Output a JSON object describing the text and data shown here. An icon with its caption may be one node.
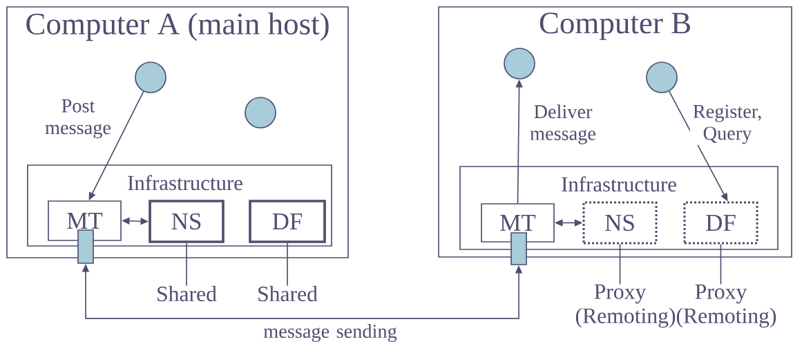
{
  "diagram": {
    "nodes": [
      {
        "text": [
          "Computer A (main host)"
        ]
      },
      {
        "text": [],
        "shape": "circle",
        "in": 0
      },
      {
        "text": [],
        "shape": "circle",
        "in": 0
      },
      {
        "text": [
          "Infrastructure"
        ],
        "in": 0
      },
      {
        "text": [
          "MT"
        ],
        "in": 3
      },
      {
        "text": [
          "NS"
        ],
        "in": 3
      },
      {
        "text": [
          "DF"
        ],
        "in": 3
      },
      {
        "text": [],
        "shape": "bar"
      },
      {
        "text": [
          "Shared"
        ]
      },
      {
        "text": [
          "Shared"
        ]
      },
      {
        "text": [
          "Computer B"
        ]
      },
      {
        "text": [],
        "shape": "circle",
        "in": 10
      },
      {
        "text": [],
        "shape": "circle",
        "in": 10
      },
      {
        "text": [
          "Infrastructure"
        ],
        "in": 10
      },
      {
        "text": [
          "MT"
        ],
        "in": 13
      },
      {
        "text": [
          "NS"
        ],
        "in": 13
      },
      {
        "text": [
          "DF"
        ],
        "in": 13
      },
      {
        "text": [],
        "shape": "bar"
      },
      {
        "text": [
          "Proxy (Remoting)"
        ]
      },
      {
        "text": [
          "Proxy (Remoting)"
        ]
      }
    ],
    "edges": [
      {
        "from": 1,
        "to": 4,
        "arrow": "to",
        "label": "Post message"
      },
      {
        "from": 4,
        "to": 5,
        "arrow": "both"
      },
      {
        "from": 5,
        "to": 8,
        "arrow": "none"
      },
      {
        "from": 6,
        "to": 9,
        "arrow": "none"
      },
      {
        "from": 14,
        "to": 11,
        "arrow": "to",
        "label": "Deliver message"
      },
      {
        "from": 12,
        "to": 16,
        "arrow": "to",
        "label": "Register, Query"
      },
      {
        "from": 14,
        "to": 15,
        "arrow": "both"
      },
      {
        "from": 15,
        "to": 18,
        "arrow": "none"
      },
      {
        "from": 16,
        "to": 19,
        "arrow": "none"
      },
      {
        "from": 17,
        "to": 7,
        "arrow": "both",
        "label": "message sending"
      }
    ]
  }
}
